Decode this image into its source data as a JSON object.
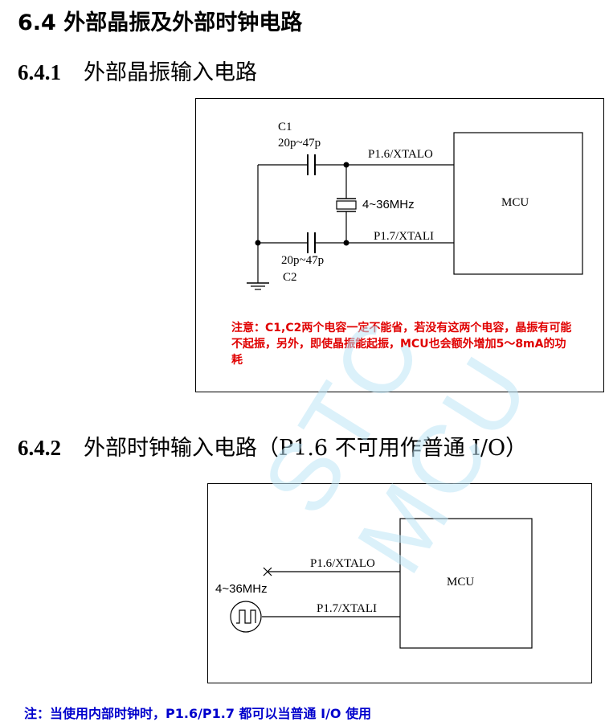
{
  "section": {
    "title": "6.4  外部晶振及外部时钟电路"
  },
  "sub1": {
    "num": "6.4.1",
    "title": "外部晶振输入电路",
    "c1_label": "C1",
    "c1_value": "20p~47p",
    "c2_value": "20p~47p",
    "c2_label": "C2",
    "crystal_label": "4~36MHz",
    "pin_xtalo": "P1.6/XTALO",
    "pin_xtali": "P1.7/XTALI",
    "mcu": "MCU",
    "note": "注意：C1,C2两个电容一定不能省，若没有这两个电容，晶振有可能不起振，另外，即使晶振能起振，MCU也会额外增加5～8mA的功耗"
  },
  "sub2": {
    "num": "6.4.2",
    "title": "外部时钟输入电路（P1.6 不可用作普通 I/O）",
    "osc_label": "4~36MHz",
    "pin_xtalo": "P1.6/XTALO",
    "pin_xtali": "P1.7/XTALI",
    "mcu": "MCU"
  },
  "footer_note": "注：当使用内部时钟时，P1.6/P1.7 都可以当普通 I/O 使用",
  "watermark": "STC MCU",
  "colors": {
    "note_red": "#e00000",
    "note_blue": "#0000cc",
    "watermark": "#bfe6f7"
  }
}
